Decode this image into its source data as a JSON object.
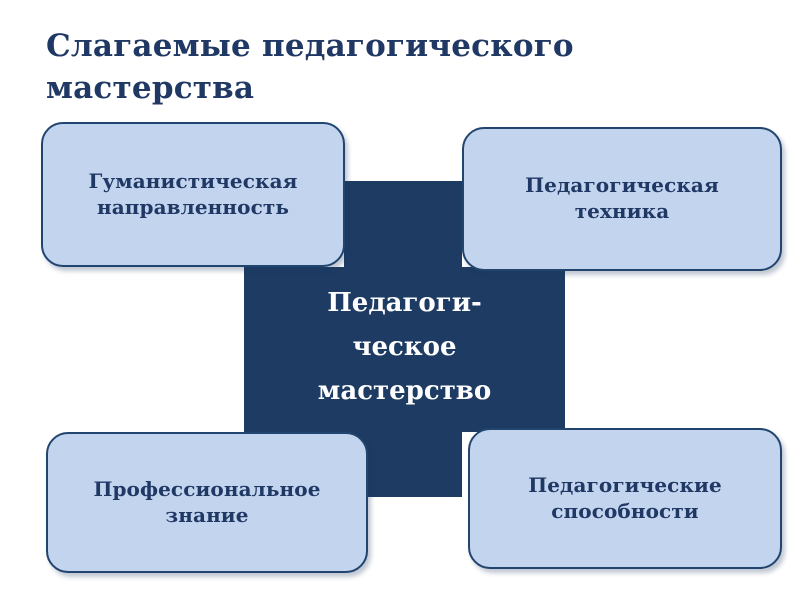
{
  "slide": {
    "title": "Слагаемые педагогического\nмастерства",
    "background_color": "#FFFFFF"
  },
  "colors": {
    "dark_navy": "#1D3B63",
    "title_navy": "#1F3864",
    "box_fill_light_blue": "#C3D4EE",
    "box_border": "#21456F",
    "center_text": "#FFFFFF"
  },
  "center": {
    "shape": "cross",
    "fill": "#1D3B63",
    "label_lines": [
      "Педагоги-",
      "ческое",
      "мастерство"
    ],
    "label_full": "Педагогическое мастерство"
  },
  "nodes": [
    {
      "id": "top-left",
      "text": "Гуманистическая\nнаправленность",
      "position": "top-left"
    },
    {
      "id": "top-right",
      "text": "Педагогическая\nтехника",
      "position": "top-right"
    },
    {
      "id": "bottom-left",
      "text": "Профессиональное\nзнание",
      "position": "bottom-left"
    },
    {
      "id": "bottom-right",
      "text": "Педагогические\nспособности",
      "position": "bottom-right"
    }
  ]
}
